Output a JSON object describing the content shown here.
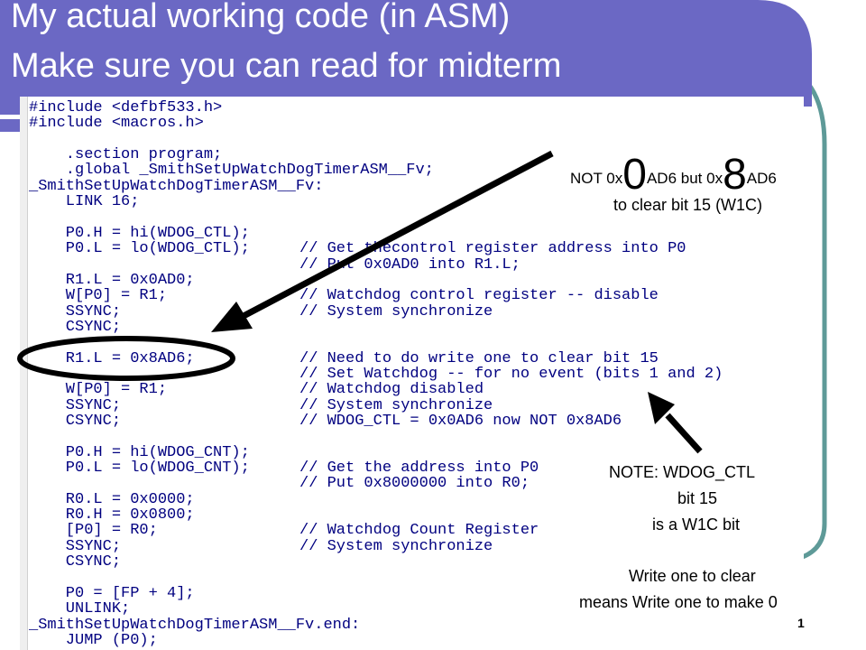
{
  "title": {
    "line1": "My actual working code (in ASM)",
    "line2": "Make sure you can read for midterm"
  },
  "code": {
    "lines": [
      {
        "code": "#include <defbf533.h>",
        "comment": ""
      },
      {
        "code": "#include <macros.h>",
        "comment": ""
      },
      {
        "code": "",
        "comment": ""
      },
      {
        "code": "    .section program;",
        "comment": ""
      },
      {
        "code": "    .global _SmithSetUpWatchDogTimerASM__Fv;",
        "comment": ""
      },
      {
        "code": "_SmithSetUpWatchDogTimerASM__Fv:",
        "comment": ""
      },
      {
        "code": "    LINK 16;",
        "comment": ""
      },
      {
        "code": "",
        "comment": ""
      },
      {
        "code": "    P0.H = hi(WDOG_CTL);",
        "comment": ""
      },
      {
        "code": "    P0.L = lo(WDOG_CTL);",
        "comment": "// Get thecontrol register address into P0"
      },
      {
        "code": "",
        "comment": "// Put 0x0AD0 into R1.L;"
      },
      {
        "code": "    R1.L = 0x0AD0;",
        "comment": ""
      },
      {
        "code": "    W[P0] = R1;",
        "comment": "// Watchdog control register -- disable"
      },
      {
        "code": "    SSYNC;",
        "comment": "// System synchronize"
      },
      {
        "code": "    CSYNC;",
        "comment": ""
      },
      {
        "code": "",
        "comment": ""
      },
      {
        "code": "    R1.L = 0x8AD6;",
        "comment": "// Need to do write one to clear bit 15"
      },
      {
        "code": "",
        "comment": "// Set Watchdog -- for no event (bits 1 and 2)"
      },
      {
        "code": "    W[P0] = R1;",
        "comment": "// Watchdog disabled"
      },
      {
        "code": "    SSYNC;",
        "comment": "// System synchronize"
      },
      {
        "code": "    CSYNC;",
        "comment": "// WDOG_CTL = 0x0AD6 now NOT 0x8AD6"
      },
      {
        "code": "",
        "comment": ""
      },
      {
        "code": "    P0.H = hi(WDOG_CNT);",
        "comment": ""
      },
      {
        "code": "    P0.L = lo(WDOG_CNT);",
        "comment": "// Get the address into P0"
      },
      {
        "code": "",
        "comment": "// Put 0x8000000 into R0;"
      },
      {
        "code": "    R0.L = 0x0000;",
        "comment": ""
      },
      {
        "code": "    R0.H = 0x0800;",
        "comment": ""
      },
      {
        "code": "    [P0] = R0;",
        "comment": "// Watchdog Count Register"
      },
      {
        "code": "    SSYNC;",
        "comment": "// System synchronize"
      },
      {
        "code": "    CSYNC;",
        "comment": ""
      },
      {
        "code": "",
        "comment": ""
      },
      {
        "code": "    P0 = [FP + 4];",
        "comment": ""
      },
      {
        "code": "    UNLINK;",
        "comment": ""
      },
      {
        "code": "_SmithSetUpWatchDogTimerASM__Fv.end:",
        "comment": ""
      },
      {
        "code": "    JUMP (P0);",
        "comment": ""
      }
    ]
  },
  "annotation_top": {
    "not_prefix": "NOT 0x",
    "big_digit_1": "0",
    "mid_text": "AD6 but 0x",
    "big_digit_2": "8",
    "suffix": "AD6",
    "line2": "to clear bit 15 (W1C)"
  },
  "annotation_note": {
    "line1": "NOTE:  WDOG_CTL",
    "line2": "bit 15",
    "line3": "is a W1C bit",
    "line4": "Write one to clear",
    "line5": "means Write one to make 0"
  },
  "page_number": "1",
  "colors": {
    "title_band": "#6b68c4",
    "frame": "#5e9a98",
    "code_text": "#000080",
    "arrow": "#000000"
  }
}
